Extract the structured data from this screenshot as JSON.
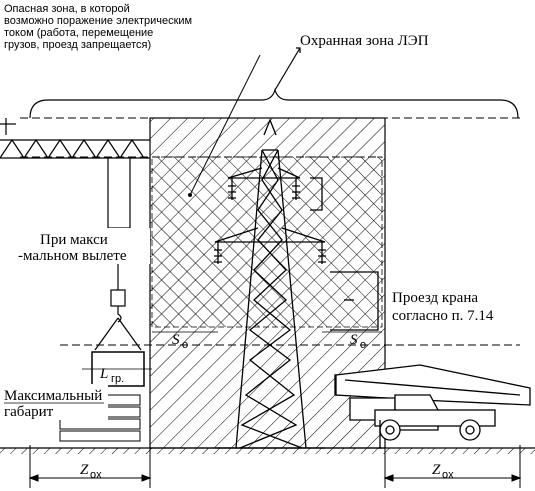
{
  "labels": {
    "danger_zone": [
      "Опасная зона, в которой",
      "возможно поражение электрическим",
      "током (работа, перемещение",
      "грузов, проезд запрещается)"
    ],
    "protection_zone": "Охранная зона ЛЭП",
    "max_reach": [
      "При макси",
      "-мальном вылете"
    ],
    "crane_passage": [
      "Проезд крана",
      "согласно п. 7.14"
    ],
    "max_size": [
      "Максимальный",
      "габарит"
    ],
    "load_length": "L",
    "load_length_sub": "гр.",
    "distance_s": "S",
    "distance_s_sub": "о",
    "zone_width": "Z",
    "zone_width_sub": "ox"
  },
  "colors": {
    "ink": "#000000",
    "paper": "#ffffff"
  }
}
